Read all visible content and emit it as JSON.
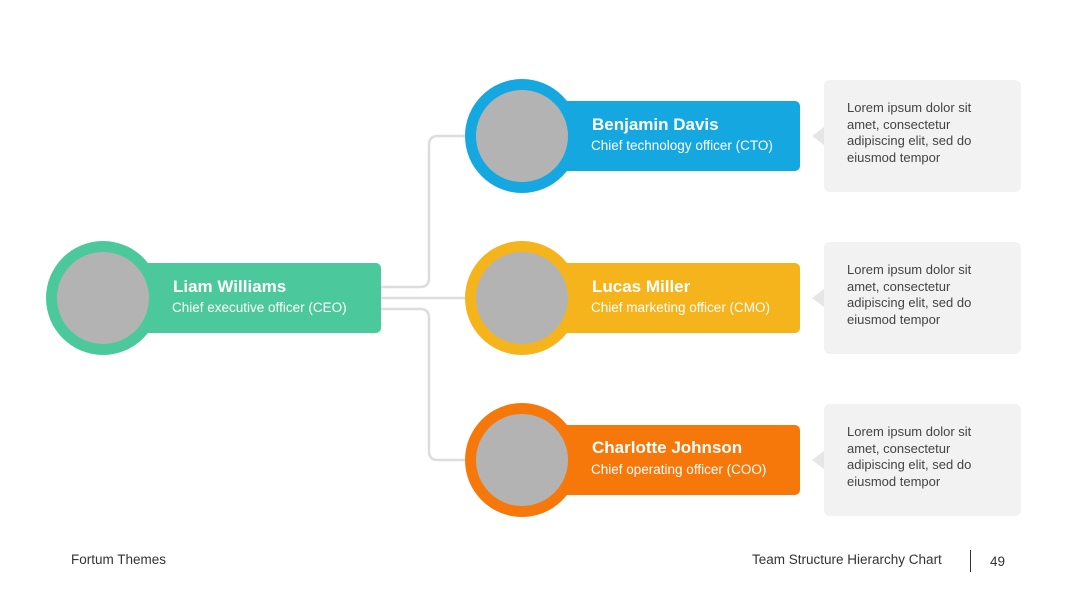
{
  "people": {
    "ceo": {
      "name": "Liam Williams",
      "role": "Chief executive officer (CEO)",
      "color": "#4cc99c"
    },
    "cto": {
      "name": "Benjamin Davis",
      "role": "Chief technology officer (CTO)",
      "color": "#15a8e0"
    },
    "cmo": {
      "name": "Lucas Miller",
      "role": "Chief marketing officer (CMO)",
      "color": "#f6b41c"
    },
    "coo": {
      "name": "Charlotte Johnson",
      "role": "Chief operating officer (COO)",
      "color": "#f7780a"
    }
  },
  "info": {
    "cto": "Lorem ipsum dolor sit amet, consectetur adipiscing elit, sed do eiusmod tempor",
    "cmo": "Lorem ipsum dolor sit amet, consectetur adipiscing elit, sed do eiusmod tempor",
    "coo": "Lorem ipsum dolor sit amet, consectetur adipiscing elit, sed do eiusmod tempor"
  },
  "footer": {
    "brand": "Fortum Themes",
    "title": "Team Structure Hierarchy Chart",
    "page": "49"
  },
  "colors": {
    "connector": "#dddddd",
    "photo_placeholder": "#b3b3b3",
    "info_bg": "#f2f2f2"
  }
}
